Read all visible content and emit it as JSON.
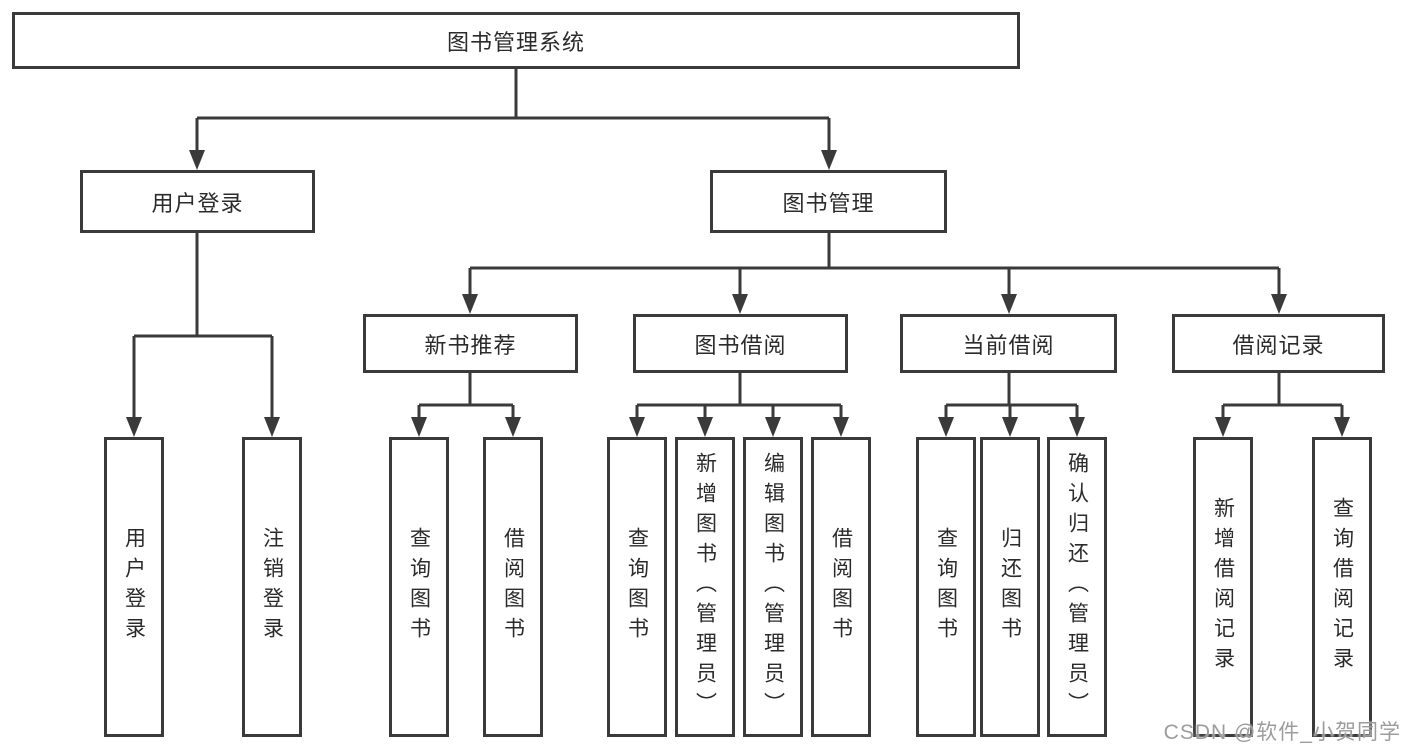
{
  "tree": {
    "label": "图书管理系统",
    "children": [
      {
        "label": "用户登录",
        "children": [
          {
            "label": "用户登录"
          },
          {
            "label": "注销登录"
          }
        ]
      },
      {
        "label": "图书管理",
        "children": [
          {
            "label": "新书推荐",
            "children": [
              {
                "label": "查询图书"
              },
              {
                "label": "借阅图书"
              }
            ]
          },
          {
            "label": "图书借阅",
            "children": [
              {
                "label": "查询图书"
              },
              {
                "label": "新增图书（管理员）"
              },
              {
                "label": "编辑图书（管理员）"
              },
              {
                "label": "借阅图书"
              }
            ]
          },
          {
            "label": "当前借阅",
            "children": [
              {
                "label": "查询图书"
              },
              {
                "label": "归还图书"
              },
              {
                "label": "确认归还（管理员）"
              }
            ]
          },
          {
            "label": "借阅记录",
            "children": [
              {
                "label": "新增借阅记录"
              },
              {
                "label": "查询借阅记录"
              }
            ]
          }
        ]
      }
    ]
  },
  "watermark": {
    "text": "CSDN @软件_小贺同学"
  },
  "colors": {
    "line": "#3a3a3a",
    "fill": "#ffffff",
    "text": "#2b2b2b",
    "watermark": "#9c9c9c"
  }
}
